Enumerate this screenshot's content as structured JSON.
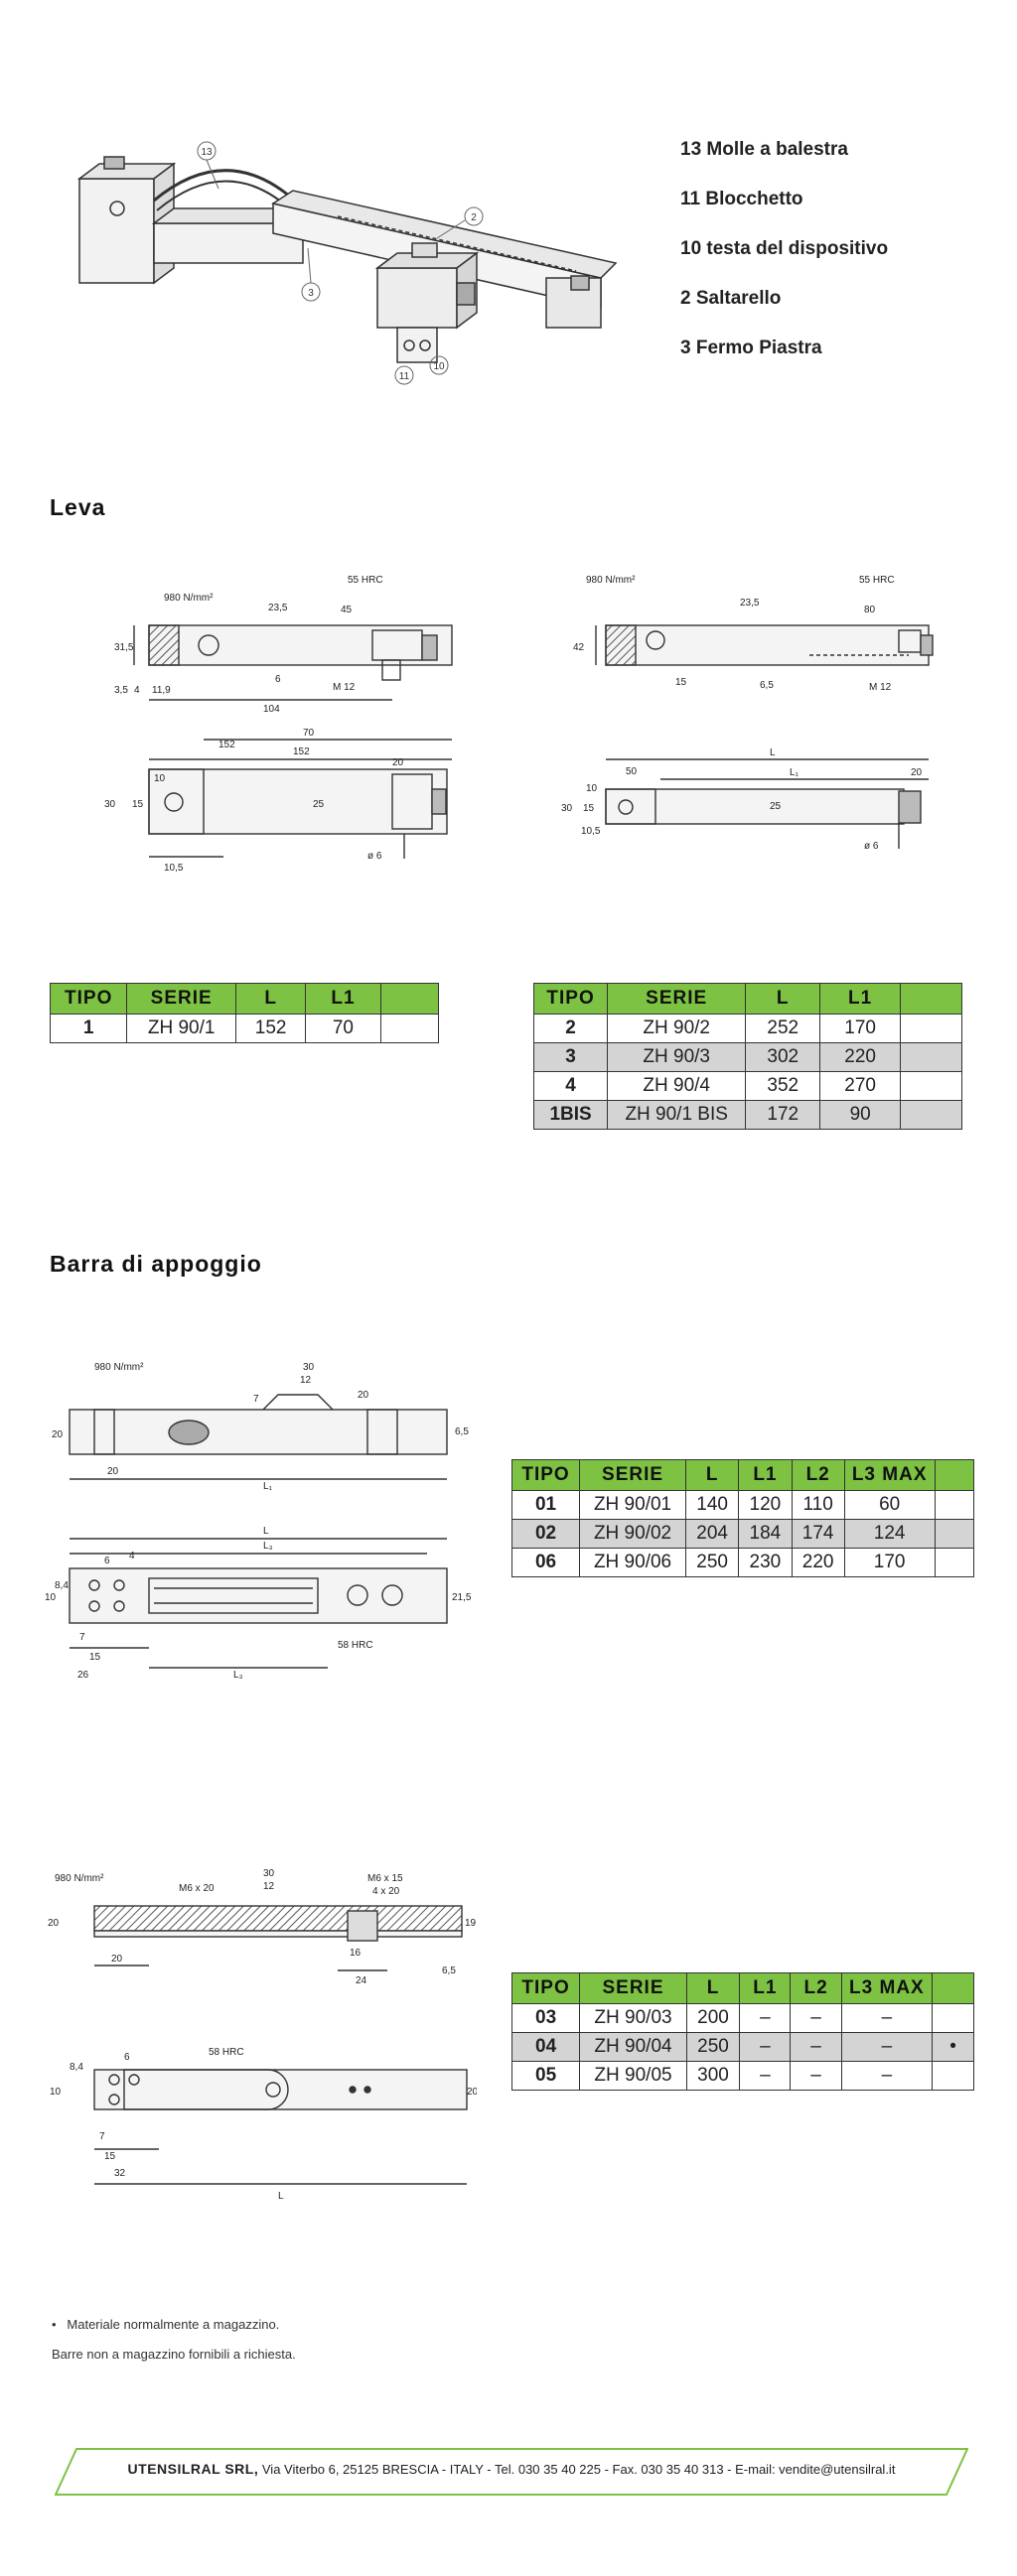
{
  "parts": [
    "13 Molle a balestra",
    "11 Blocchetto",
    "10 testa del dispositivo",
    "2 Saltarello",
    "3 Fermo Piastra"
  ],
  "callouts": {
    "c13": "13",
    "c2": "2",
    "c3": "3",
    "c11": "11",
    "c10": "10"
  },
  "sections": {
    "leva": "Leva",
    "barra": "Barra di appoggio"
  },
  "drawing_labels": {
    "d1": {
      "str": "980 N/mm²",
      "hrc": "55 HRC",
      "d23": "23,5",
      "d45": "45",
      "d31": "31,5",
      "d35": "3,5",
      "d4": "4",
      "d119": "11,9",
      "d104": "104",
      "d6": "6",
      "m12": "M 12",
      "d152a": "152",
      "d152b": "152",
      "d70": "70",
      "d20": "20",
      "d10": "10",
      "d30": "30",
      "d15": "15",
      "d25": "25",
      "d105": "10,5",
      "phi": "ø 6"
    },
    "d2": {
      "str": "980 N/mm²",
      "hrc": "55 HRC",
      "d23": "23,5",
      "d80": "80",
      "d42": "42",
      "d15": "15",
      "d65": "6,5",
      "m12": "M 12",
      "L": "L",
      "d50": "50",
      "L1": "L₁",
      "d20": "20",
      "d10": "10",
      "d30": "30",
      "d15b": "15",
      "d25": "25",
      "d105": "10,5",
      "phi": "ø 6"
    },
    "d3": {
      "str": "980 N/mm²",
      "d30": "30",
      "d12": "12",
      "d20a": "20",
      "d7": "7",
      "d20b": "20",
      "d65": "6,5",
      "d20c": "20",
      "L1": "L₁",
      "L": "L",
      "L3": "L₃",
      "d6": "6",
      "d4": "4",
      "d10": "10",
      "d84": "8,4",
      "d215": "21,5",
      "hrc": "58 HRC",
      "d7b": "7",
      "d15": "15",
      "d26": "26",
      "L3b": "L₃"
    },
    "d4": {
      "str": "980 N/mm²",
      "m6a": "M6 x 20",
      "d30": "30",
      "d12": "12",
      "m6b": "M6 x 15",
      "d4x20": "4 x 20",
      "d20": "20",
      "d19": "19",
      "d20b": "20",
      "d16": "16",
      "d24": "24",
      "d65": "6,5",
      "d6": "6",
      "d84": "8,4",
      "d10": "10",
      "hrc": "58 HRC",
      "d7": "7",
      "d15": "15",
      "d32": "32",
      "L": "L",
      "d20c": "20"
    }
  },
  "table1": {
    "headers": [
      "TIPO",
      "SERIE",
      "L",
      "L1",
      ""
    ],
    "rows": [
      [
        "1",
        "ZH 90/1",
        "152",
        "70",
        ""
      ]
    ]
  },
  "table2": {
    "headers": [
      "TIPO",
      "SERIE",
      "L",
      "L1",
      ""
    ],
    "rows": [
      [
        "2",
        "ZH 90/2",
        "252",
        "170",
        ""
      ],
      [
        "3",
        "ZH 90/3",
        "302",
        "220",
        ""
      ],
      [
        "4",
        "ZH 90/4",
        "352",
        "270",
        ""
      ],
      [
        "1BIS",
        "ZH 90/1 BIS",
        "172",
        "90",
        ""
      ]
    ]
  },
  "table3": {
    "headers": [
      "TIPO",
      "SERIE",
      "L",
      "L1",
      "L2",
      "L3 MAX",
      ""
    ],
    "rows": [
      [
        "01",
        "ZH 90/01",
        "140",
        "120",
        "110",
        "60",
        ""
      ],
      [
        "02",
        "ZH 90/02",
        "204",
        "184",
        "174",
        "124",
        ""
      ],
      [
        "06",
        "ZH 90/06",
        "250",
        "230",
        "220",
        "170",
        ""
      ]
    ]
  },
  "table4": {
    "headers": [
      "TIPO",
      "SERIE",
      "L",
      "L1",
      "L2",
      "L3 MAX",
      ""
    ],
    "rows": [
      [
        "03",
        "ZH 90/03",
        "200",
        "–",
        "–",
        "–",
        ""
      ],
      [
        "04",
        "ZH 90/04",
        "250",
        "–",
        "–",
        "–",
        "•"
      ],
      [
        "05",
        "ZH 90/05",
        "300",
        "–",
        "–",
        "–",
        ""
      ]
    ]
  },
  "notes": {
    "bullet": "•",
    "stock": "Materiale normalmente a magazzino.",
    "request": "Barre non a magazzino fornibili a richiesta."
  },
  "footer": {
    "company": "UTENSILRAL SRL,",
    "address": "Via Viterbo 6,  25125 BRESCIA  - ITALY -  Tel. 030 35 40 225  -  Fax. 030 35 40 313  -  E-mail: vendite@utensilral.it"
  },
  "colors": {
    "accent": "#7dc242",
    "row_gray": "#d4d4d4"
  }
}
